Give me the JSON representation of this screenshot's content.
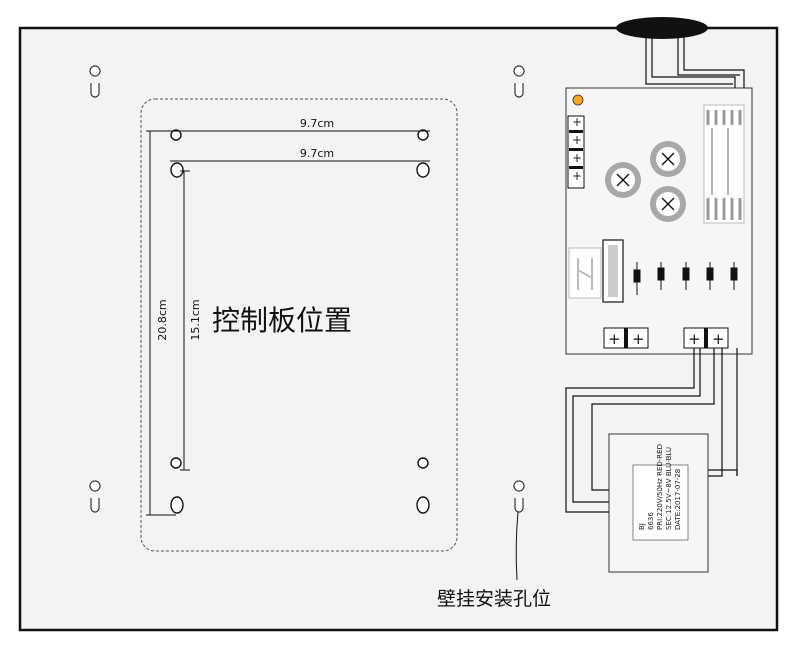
{
  "dimensions": {
    "width_top": "9.7cm",
    "width_inner": "9.7cm",
    "height_outer": "20.8cm",
    "height_inner": "15.1cm"
  },
  "labels": {
    "control_board_position": "控制板位置",
    "mounting_hole": "壁挂安装孔位"
  },
  "transformer_label": {
    "line1": "BJ",
    "line2": "6636",
    "line3": "PRI:220V/50Hz RED-RED",
    "line4": "SEC:12.5V~8V BLU-BLU",
    "line5": "DATE:2017-07-28"
  },
  "colors": {
    "line": "#111111",
    "panel_bg": "#f2f2f2",
    "accent_orange": "#f5a623",
    "grey_component": "#a8a8a8"
  }
}
